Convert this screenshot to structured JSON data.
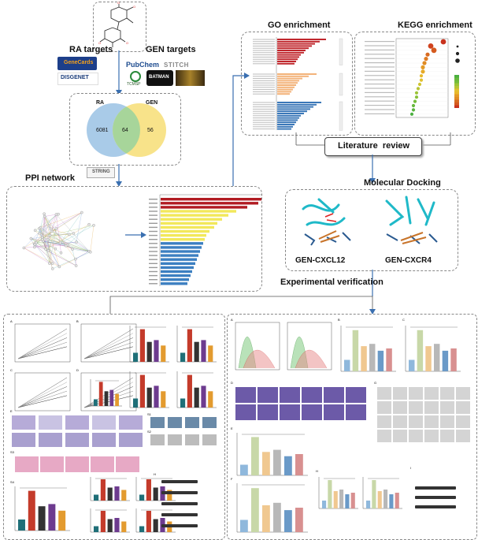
{
  "labels": {
    "ra_targets": "RA targets",
    "gen_targets": "GEN targets",
    "go_enrichment": "GO enrichment",
    "kegg_enrichment": "KEGG enrichment",
    "literature_review": "Literature  review",
    "ppi_network": "PPI network",
    "molecular_docking": "Molecular Docking",
    "gen_cxcl12": "GEN-CXCL12",
    "gen_cxcr4": "GEN-CXCR4",
    "experimental_verification": "Experimental verification"
  },
  "logos": {
    "genecards": "GeneCards",
    "disgenet": "DISGENET",
    "pubchem": "PubChem",
    "stitch": "STITCH",
    "tcmsp": "TCMSP",
    "batman": "BATMAN",
    "string": "STRING"
  },
  "venn": {
    "left_name": "RA",
    "right_name": "GEN",
    "left_only": "6081",
    "overlap": "64",
    "right_only": "56"
  },
  "colors": {
    "venn_left": "#a9cbe8",
    "venn_right": "#f8e38a",
    "venn_overlap": "#a7d59a",
    "go_bp": "#c0272d",
    "go_cc": "#f3b37a",
    "go_mf": "#3b78b8",
    "ppi_top": "#b11b22",
    "ppi_mid": "#f2e85b",
    "ppi_low": "#3c7fc1",
    "arrow": "#3a6fb0"
  },
  "panels": {
    "left": [
      "A",
      "B",
      "C",
      "D",
      "E",
      "S1",
      "S2",
      "S3",
      "S4",
      "H"
    ],
    "right": [
      "A",
      "B",
      "C",
      "D",
      "E",
      "F",
      "G",
      "H",
      "I"
    ]
  }
}
